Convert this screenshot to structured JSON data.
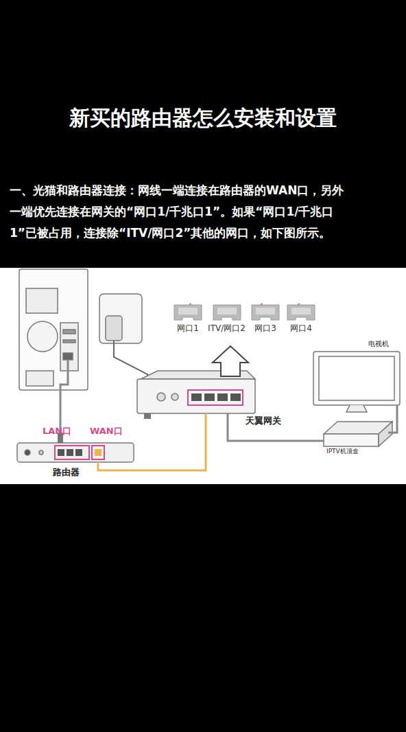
{
  "diagram": {
    "title": "新买的路由器怎么安装和设置",
    "nodes": [
      {
        "text": [
          "网口1"
        ]
      },
      {
        "text": [
          "ITV/网口2"
        ]
      },
      {
        "text": [
          "网口3"
        ]
      },
      {
        "text": [
          "网口4"
        ]
      },
      {
        "text": [
          "天翼网关"
        ]
      },
      {
        "text": [
          "路由器"
        ]
      },
      {
        "text": [
          "电视机"
        ]
      },
      {
        "text": [
          "IPTV机顶盒"
        ]
      }
    ],
    "edges": [
      {
        "from": 5,
        "to": 4,
        "arrow": "none"
      },
      {
        "from": 4,
        "to": 7,
        "arrow": "none"
      },
      {
        "from": 7,
        "to": 6,
        "arrow": "none"
      }
    ],
    "labels": [
      "一、光猫和路由器连接：网线一端连接在路由器的WAN口，另外一端优先连接在网关的“网口1/千兆口1”。如果“网口1/千兆口1”已被占用，连接除“ITV/网口2”其他的网口，如下图所示。",
      "LAN口",
      "WAN口",
      "√",
      "×",
      "√",
      "√"
    ]
  }
}
